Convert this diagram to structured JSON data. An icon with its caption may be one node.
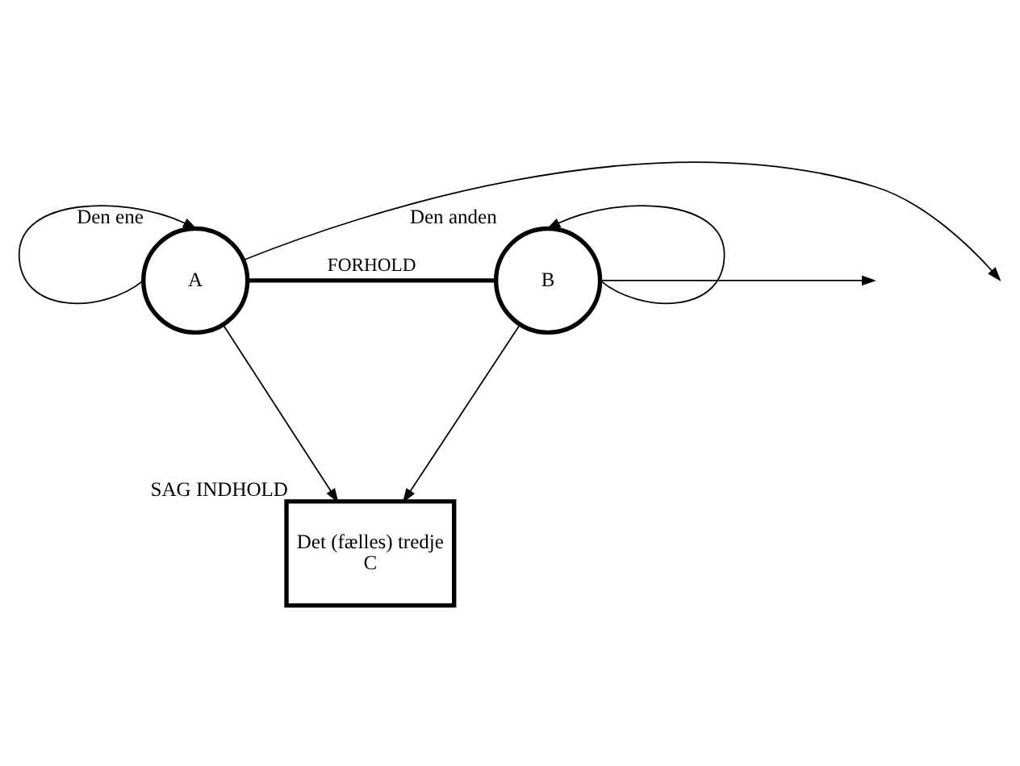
{
  "diagram": {
    "nodes": [
      {
        "text": [
          "Det (fælles) tredje",
          "C"
        ],
        "beside": [
          "SAG INDHOLD"
        ]
      },
      {
        "text": [
          "A"
        ],
        "beside": [
          "Den ene"
        ]
      },
      {
        "text": [
          "B"
        ],
        "beside": [
          "Den anden"
        ]
      }
    ],
    "edges": [
      {
        "from": 1,
        "to": 0,
        "arrow": "to"
      },
      {
        "from": 2,
        "to": 0,
        "arrow": "to"
      },
      {
        "from": 1,
        "to": 2,
        "arrow": "none",
        "style": "thick",
        "label": "FORHOLD"
      },
      {
        "from": 1,
        "to": 1,
        "arrow": "to"
      },
      {
        "from": 2,
        "to": 2,
        "arrow": "to"
      },
      {
        "from": 1,
        "to": null,
        "arrow": "to"
      },
      {
        "from": 2,
        "to": null,
        "arrow": "to"
      }
    ]
  }
}
